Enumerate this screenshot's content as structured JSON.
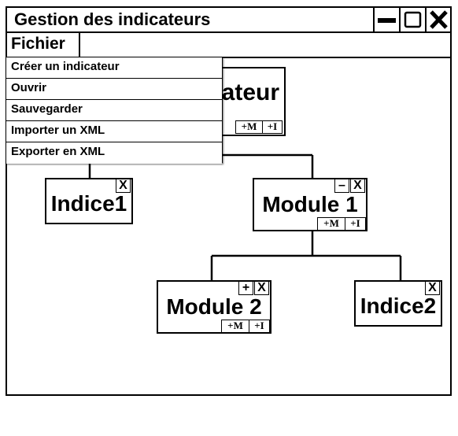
{
  "window": {
    "title": "Gestion des indicateurs",
    "icons": {
      "minimize": "minimize-icon",
      "maximize": "maximize-icon",
      "close": "close-icon"
    }
  },
  "menubar": {
    "items": [
      {
        "label": "Fichier"
      }
    ]
  },
  "dropdown": {
    "items": [
      {
        "label": "Créer un indicateur"
      },
      {
        "label": "Ouvrir"
      },
      {
        "label": "Sauvegarder"
      },
      {
        "label": "Importer un XML"
      },
      {
        "label": "Exporter en XML"
      }
    ]
  },
  "tree": {
    "root": {
      "label_visible": "ateur",
      "add_module": "+M",
      "add_indice": "+I"
    },
    "indice1": {
      "label": "Indice1",
      "close": "X"
    },
    "module1": {
      "label": "Module 1",
      "collapse": "–",
      "close": "X",
      "add_module": "+M",
      "add_indice": "+I"
    },
    "module2": {
      "label": "Module 2",
      "expand": "+",
      "close": "X",
      "add_module": "+M",
      "add_indice": "+I"
    },
    "indice2": {
      "label": "Indice2",
      "close": "X"
    }
  }
}
